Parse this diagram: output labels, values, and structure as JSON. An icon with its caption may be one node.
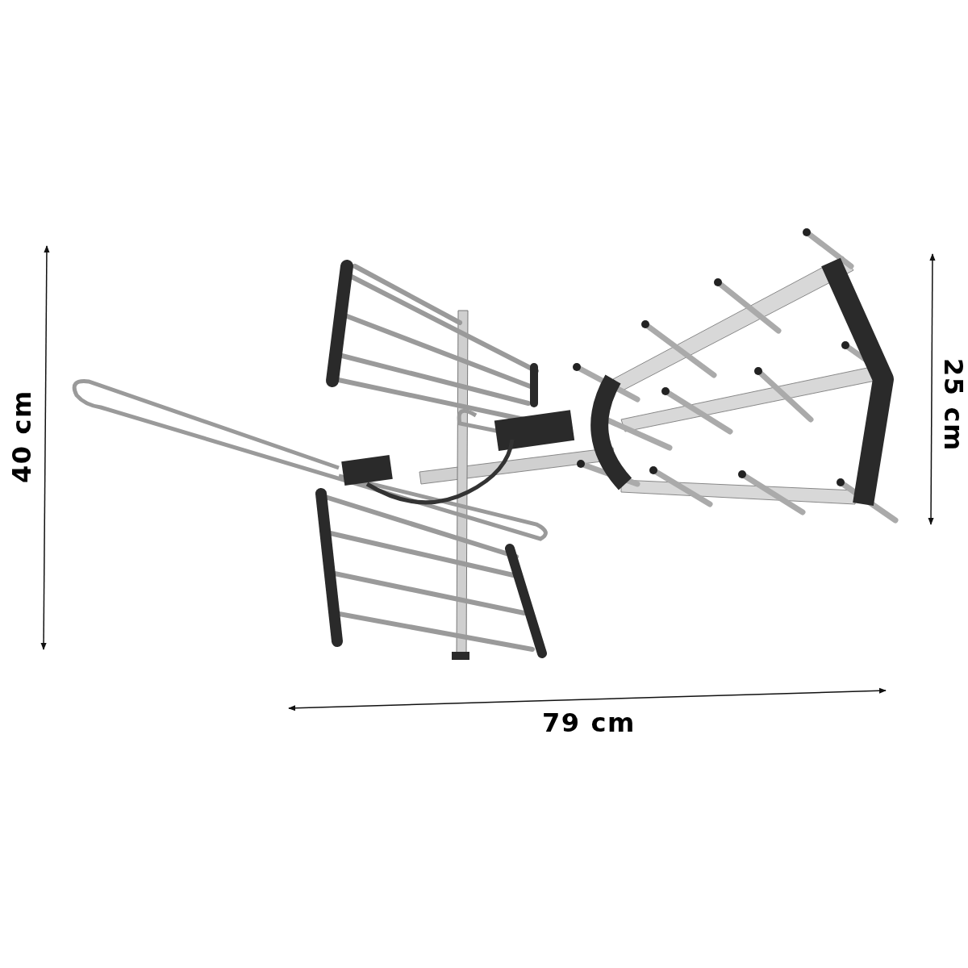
{
  "diagram": {
    "labels": [
      "40 cm",
      "25 cm",
      "79 cm"
    ]
  }
}
